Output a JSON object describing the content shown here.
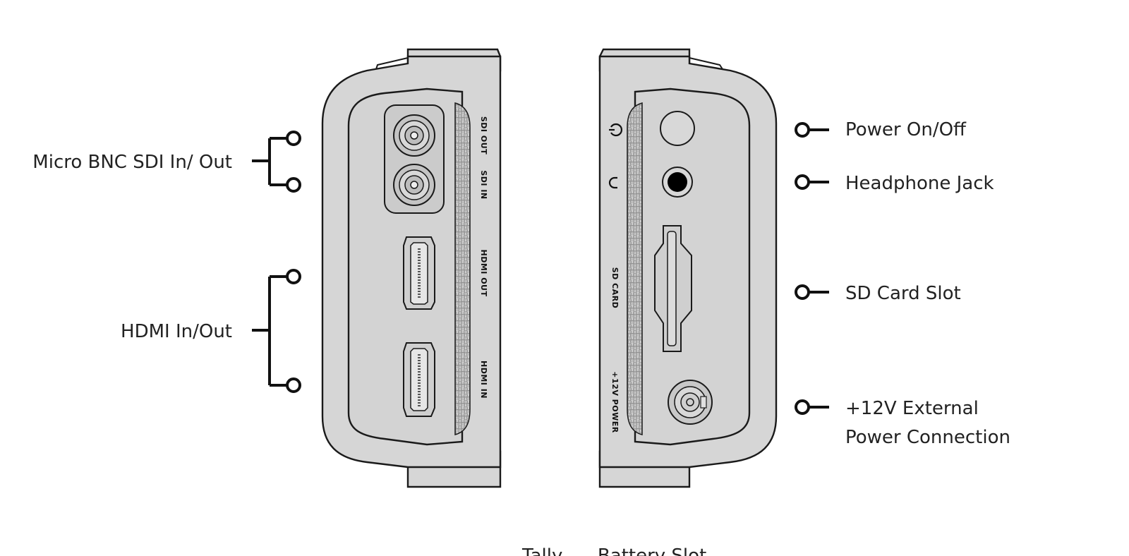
{
  "left_callouts": {
    "sdi": "Micro BNC SDI In/ Out",
    "hdmi": "HDMI In/Out"
  },
  "right_callouts": {
    "power": "Power On/Off",
    "headphone": "Headphone Jack",
    "sd": "SD Card Slot",
    "ext_power_line1": "+12V External",
    "ext_power_line2": "Power Connection"
  },
  "left_port_labels": {
    "sdi_out": "SDI OUT",
    "sdi_in": "SDI IN",
    "hdmi_out": "HDMI OUT",
    "hdmi_in": "HDMI IN"
  },
  "right_port_labels": {
    "sd_card": "SD CARD",
    "power_12v": "+12V POWER"
  },
  "bottom_caption": "Tally      Battery Slot"
}
